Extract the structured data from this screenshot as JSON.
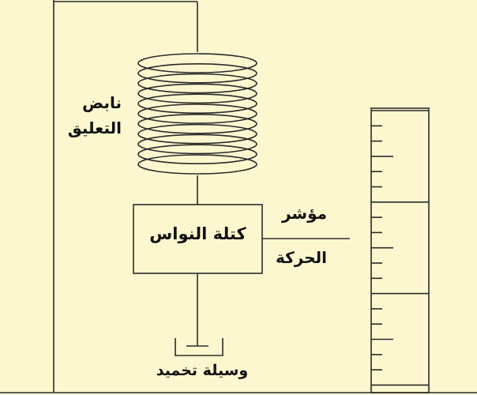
{
  "labels": {
    "spring_line1": "نابض",
    "spring_line2": "التعليق",
    "mass": "كتلة النواس",
    "pointer_line1": "مؤشر",
    "pointer_line2": "الحركة",
    "damper": "وسيلة تخميد"
  },
  "colors": {
    "background": "#fdf7cf",
    "line": "#2b2b2b"
  }
}
